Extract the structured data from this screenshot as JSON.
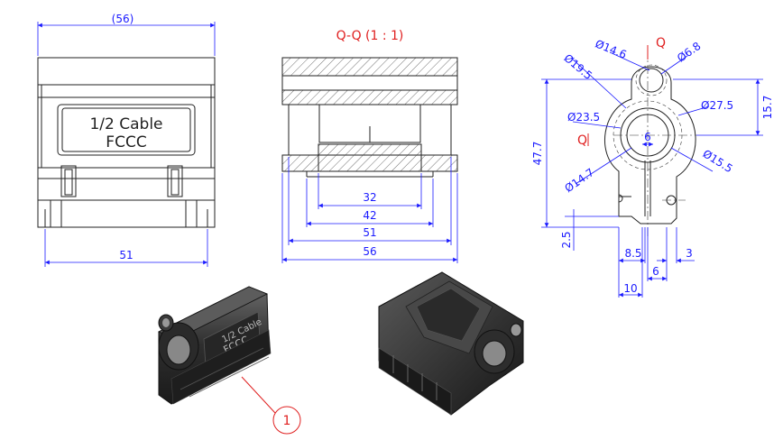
{
  "section": {
    "title": "Q-Q (1 : 1)",
    "marker": "Q"
  },
  "front_view": {
    "engraving_line1": "1/2 Cable",
    "engraving_line2": "FCCC",
    "dim_top": "(56)",
    "dim_bottom": "51"
  },
  "section_view": {
    "dim_32": "32",
    "dim_42": "42",
    "dim_51": "51",
    "dim_56": "56"
  },
  "side_view": {
    "d_14_6": "Ø14.6",
    "d_6_8": "Ø6.8",
    "d_19_5": "Ø19.5",
    "d_23_5": "Ø23.5",
    "d_27_5": "Ø27.5",
    "d_15_5": "Ø15.5",
    "d_14_7": "Ø14.7",
    "dim_6_inner": "6",
    "dim_15_7": "15.7",
    "dim_47_7": "47.7",
    "dim_2_5": "2.5",
    "dim_8_5": "8.5",
    "dim_3": "3",
    "dim_6_bottom": "6",
    "dim_10": "10"
  },
  "balloon": {
    "label": "1"
  },
  "iso_left_text": {
    "line1": "1/2 Cable",
    "line2": "FCCC"
  },
  "colors": {
    "geometry": "#222222",
    "dimension": "#1a1aff",
    "section": "#e02020"
  }
}
